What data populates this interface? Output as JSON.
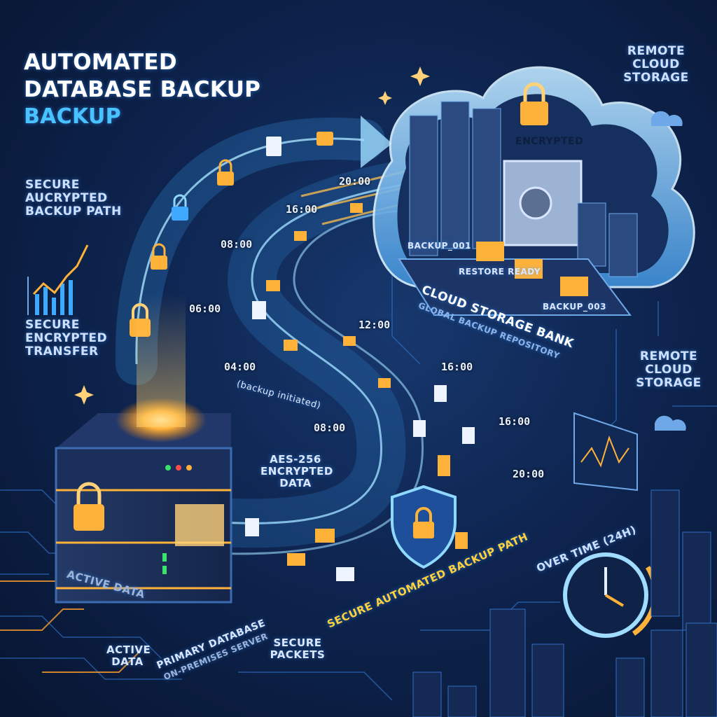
{
  "title": {
    "line1": "AUTOMATED",
    "line2": "DATABASE BACKUP",
    "line3": "BACKUP"
  },
  "labels": {
    "secure_path": "SECURE AUCRYPTED BACKUP PATH",
    "secure_transfer": "SECURE ENCRYPTED TRANSFER",
    "remote_cloud_top": "REMOTE CLOUD STORAGE",
    "remote_cloud_right": "REMOTE CLOUD STORAGE",
    "encrypted": "ENCRYPTED",
    "backup_001": "BACKUP_001",
    "restore_ready": "RESTORE READY",
    "backup_003": "BACKUP_003",
    "cloud_bank": "CLOUD STORAGE BANK",
    "cloud_bank_sub": "GLOBAL BACKUP REPOSITORY",
    "backup_initiated": "(backup initiated)",
    "aes": "AES-256 ENCRYPTED DATA",
    "active_data_server": "ACTIVE DATA",
    "active_data": "ACTIVE DATA",
    "primary_db": "PRIMARY DATABASE",
    "primary_db_sub": "ON-PREMISES SERVER",
    "secure_packets": "SECURE PACKETS",
    "secure_auto_path": "SECURE AUTOMATED BACKUP PATH",
    "over_time": "OVER TIME (24H)"
  },
  "times": {
    "t_2000_top": "20:00",
    "t_1600_top": "16:00",
    "t_0800": "08:00",
    "t_0600": "06:00",
    "t_0400": "04:00",
    "t_1200": "12:00",
    "t_1600_mid": "16:00",
    "t_0800_mid": "08:00",
    "t_1600_right": "16:00",
    "t_2000_bottom": "20:00"
  },
  "colors": {
    "accent_blue": "#49c3ff",
    "accent_orange": "#ffb23a",
    "background": "#0a1733"
  }
}
